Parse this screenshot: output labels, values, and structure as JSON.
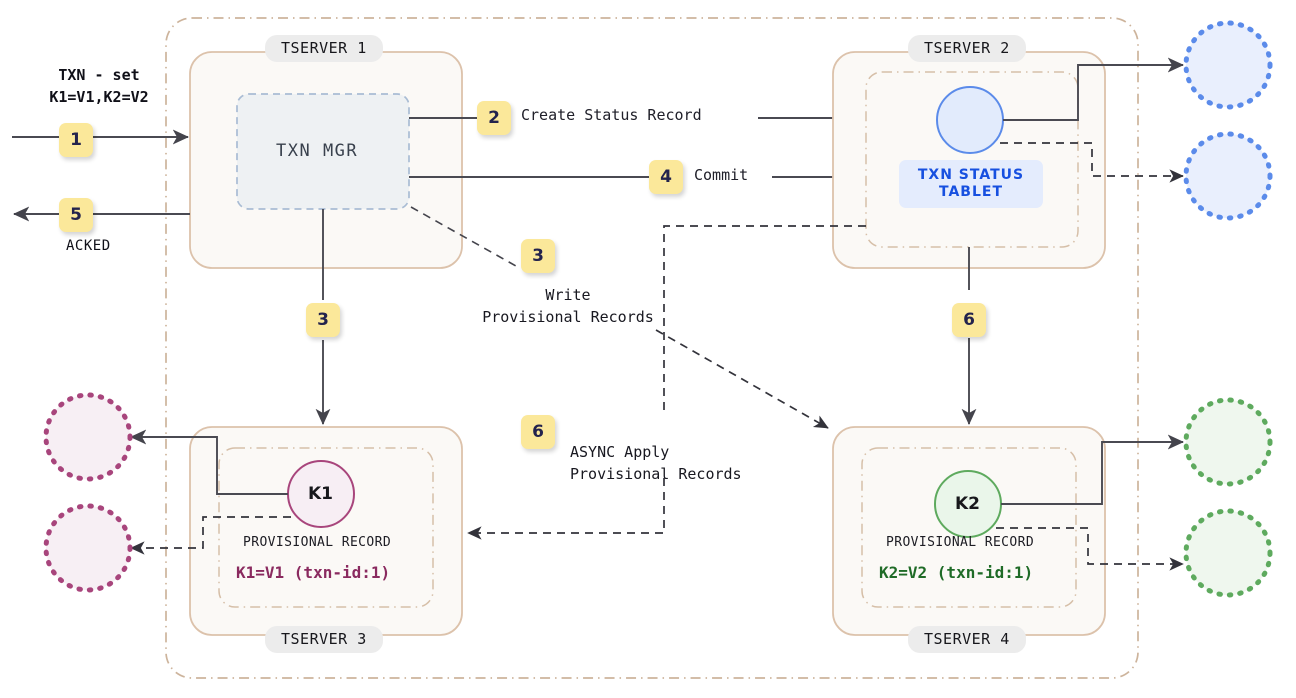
{
  "diagram": {
    "title": "Distributed transaction flow across tablet servers",
    "colors": {
      "badge_bg": "#fbe89a",
      "badge_text": "#23234d",
      "tserver_border": "#d6bfa8",
      "tserver_fill": "#fbf9f6",
      "outer_boundary": "#d6bfa8",
      "txnmgr_border": "#a9bcd4",
      "txnmgr_fill": "#eef1f3",
      "blue_accent": "#1750e0",
      "blue_circle_fill": "#e8eefc",
      "blue_circle_stroke": "#5b8bea",
      "pink_circle_fill": "#f7eef4",
      "pink_circle_stroke": "#a8457c",
      "green_circle_fill": "#eaf6ea",
      "green_circle_stroke": "#5eaa5e",
      "line": "#4a4a52"
    }
  },
  "intro": {
    "request_text": "TXN - set\nK1=V1,K2=V2",
    "ack_text": "ACKED"
  },
  "badges": {
    "step1": "1",
    "step2": "2",
    "step3_vertical": "3",
    "step3_label": "3",
    "step4": "4",
    "step5": "5",
    "step6_vertical": "6",
    "step6_label": "6"
  },
  "flows": {
    "create_status_record": "Create Status Record",
    "commit": "Commit",
    "write_provisional_records": "Write\nProvisional Records",
    "async_apply_provisional_records": "ASYNC Apply\nProvisional Records"
  },
  "tservers": [
    {
      "id": "tserver1",
      "label": "TSERVER 1"
    },
    {
      "id": "tserver2",
      "label": "TSERVER 2"
    },
    {
      "id": "tserver3",
      "label": "TSERVER 3"
    },
    {
      "id": "tserver4",
      "label": "TSERVER 4"
    }
  ],
  "tserver1": {
    "label": "TSERVER 1",
    "component_label": "TXN MGR"
  },
  "tserver2": {
    "label": "TSERVER 2",
    "tablet_label": "TXN STATUS\nTABLET"
  },
  "tserver3": {
    "label": "TSERVER 3",
    "circle_label": "K1",
    "record_title": "PROVISIONAL RECORD",
    "record_value": "K1=V1 (txn-id:1)"
  },
  "tserver4": {
    "label": "TSERVER 4",
    "circle_label": "K2",
    "record_title": "PROVISIONAL RECORD",
    "record_value": "K2=V2 (txn-id:1)"
  },
  "replicas": {
    "tserver2_replica_1": "blue-replica-circle",
    "tserver2_replica_2": "blue-replica-circle",
    "tserver3_replica_1": "pink-replica-circle",
    "tserver3_replica_2": "pink-replica-circle",
    "tserver4_replica_1": "green-replica-circle",
    "tserver4_replica_2": "green-replica-circle"
  }
}
